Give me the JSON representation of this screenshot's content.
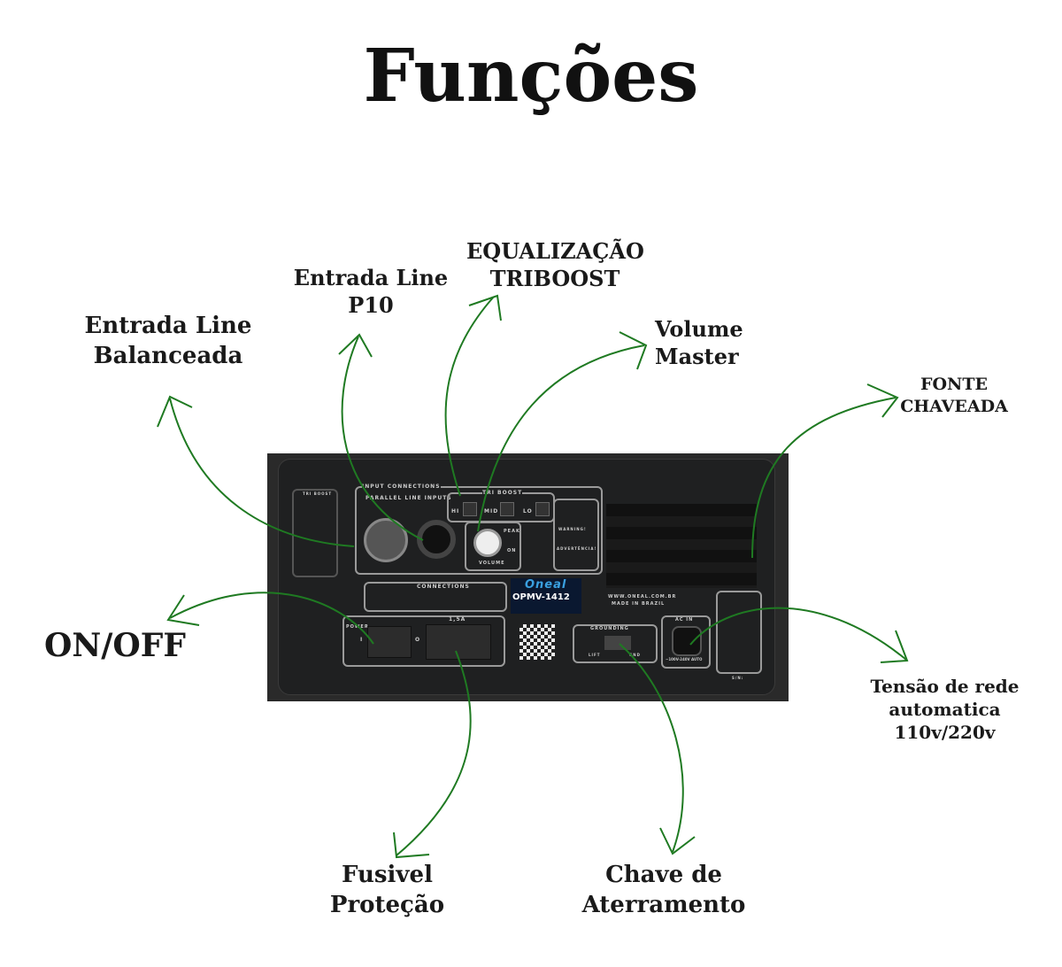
{
  "title": "Funções",
  "labels": {
    "balanced": [
      "Entrada Line",
      "Balanceada"
    ],
    "p10": [
      "Entrada Line",
      "P10"
    ],
    "eq": [
      "EQUALIZAÇÃO",
      "TRIBOOST"
    ],
    "volume": [
      "Volume",
      "Master"
    ],
    "fonte": [
      "FONTE",
      "CHAVEADA"
    ],
    "onoff": "ON/OFF",
    "tensao": [
      "Tensão de rede",
      "automatica",
      "110v/220v"
    ],
    "fusivel": [
      "Fusivel",
      "Proteção"
    ],
    "aterramento": [
      "Chave de",
      "Aterramento"
    ]
  },
  "panel": {
    "tri_boost_graph": "TRI BOOST",
    "input_connections": "INPUT CONNECTIONS",
    "parallel_line_inputs": "PARALLEL LINE INPUTS",
    "triboost": "TRI BOOST",
    "hi": "HI",
    "mid": "MID",
    "lo": "LO",
    "peak": "PEAK",
    "on": "ON",
    "volume": "VOLUME",
    "warning": "WARNING!",
    "advertencia": "ADVERTÊNCIA!",
    "connections": "CONNECTIONS",
    "brand": "Oneal",
    "model": "OPMV-1412",
    "power": "POWER",
    "switch_on": "I",
    "switch_off": "O",
    "fuse": "1,5A",
    "grounding": "GROUNDING",
    "lift": "LIFT",
    "gnd": "GND",
    "ac_in": "AC IN",
    "voltage": "~100V-240V AUTO",
    "website": "WWW.ONEAL.COM.BR",
    "made_in": "MADE IN BRAZIL",
    "serial": "S/N:"
  },
  "colors": {
    "arrow": "#1f7a22",
    "panel": "#2a2a2a"
  }
}
